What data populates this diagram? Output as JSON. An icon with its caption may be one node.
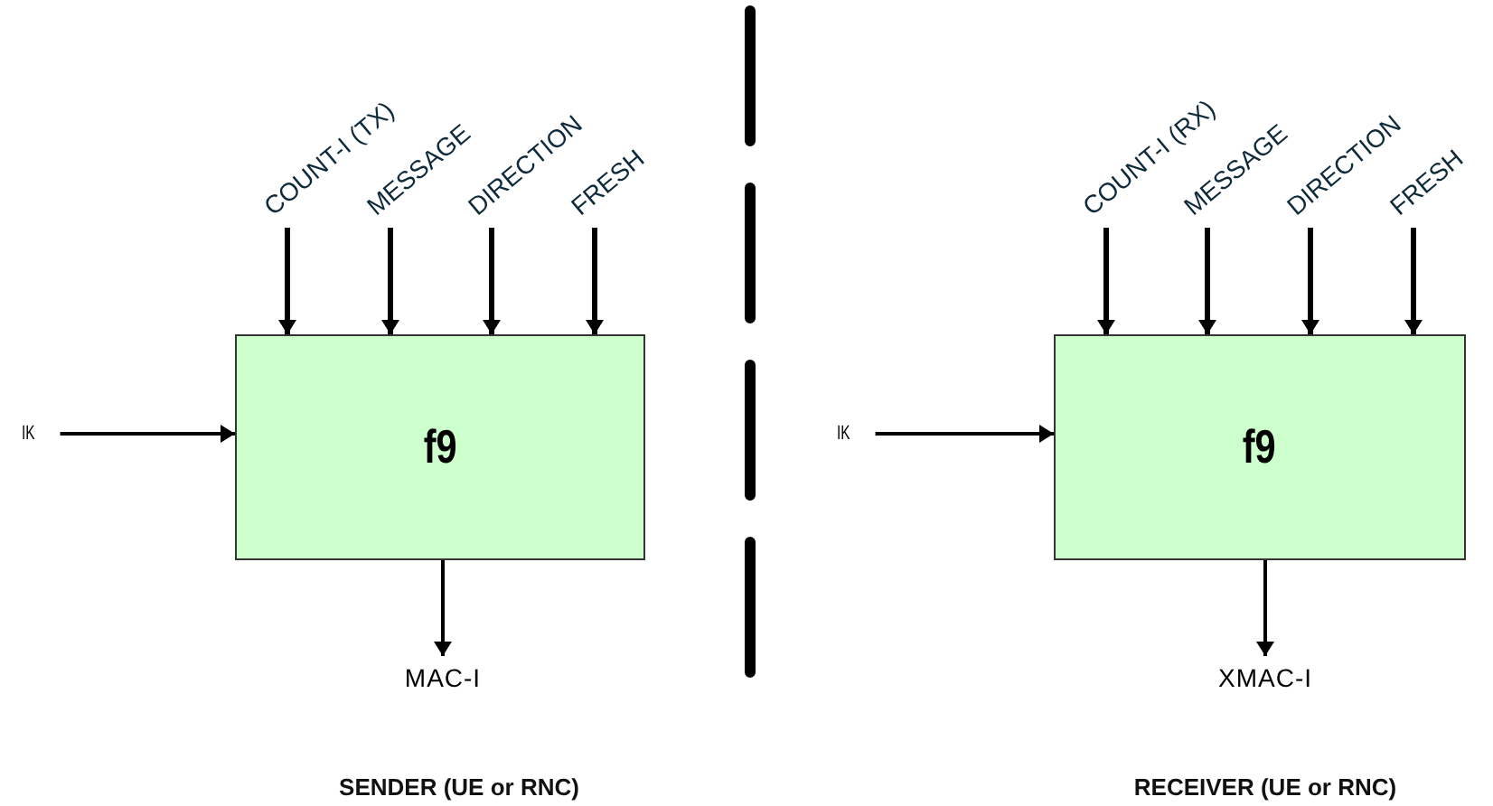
{
  "diagram": {
    "nodes": [
      {
        "text": [
          "f9"
        ]
      },
      {
        "text": [
          "COUNT-I (TX)"
        ]
      },
      {
        "text": [
          "MESSAGE"
        ]
      },
      {
        "text": [
          "DIRECTION"
        ]
      },
      {
        "text": [
          "FRESH"
        ]
      },
      {
        "text": [
          "IK"
        ]
      },
      {
        "text": [
          "MAC-I"
        ]
      },
      {
        "text": [
          "f9"
        ]
      },
      {
        "text": [
          "COUNT-I (RX)"
        ]
      },
      {
        "text": [
          "MESSAGE"
        ]
      },
      {
        "text": [
          "DIRECTION"
        ]
      },
      {
        "text": [
          "FRESH"
        ]
      },
      {
        "text": [
          "IK"
        ]
      },
      {
        "text": [
          "XMAC-I"
        ]
      }
    ],
    "edges": [
      {
        "from": 1,
        "to": 0,
        "arrow": "to"
      },
      {
        "from": 2,
        "to": 0,
        "arrow": "to"
      },
      {
        "from": 3,
        "to": 0,
        "arrow": "to"
      },
      {
        "from": 4,
        "to": 0,
        "arrow": "to"
      },
      {
        "from": 5,
        "to": 0,
        "arrow": "to"
      },
      {
        "from": 0,
        "to": 6,
        "arrow": "to"
      },
      {
        "from": 8,
        "to": 7,
        "arrow": "to"
      },
      {
        "from": 9,
        "to": 7,
        "arrow": "to"
      },
      {
        "from": 10,
        "to": 7,
        "arrow": "to"
      },
      {
        "from": 11,
        "to": 7,
        "arrow": "to"
      },
      {
        "from": 12,
        "to": 7,
        "arrow": "to"
      },
      {
        "from": 7,
        "to": 13,
        "arrow": "to"
      }
    ],
    "labels": [
      "SENDER (UE or RNC)",
      "RECEIVER (UE or RNC)"
    ]
  }
}
